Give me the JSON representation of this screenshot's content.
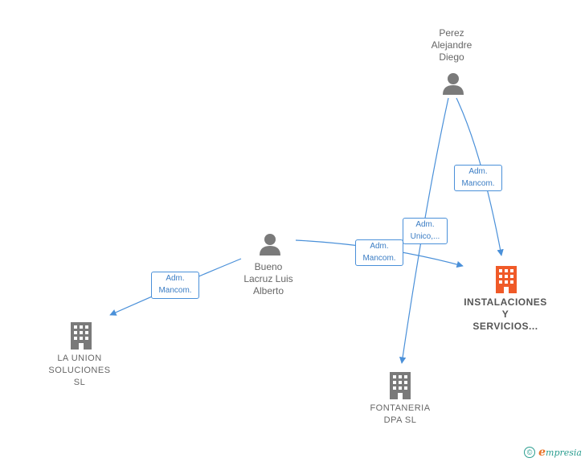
{
  "people": [
    {
      "id": "perez",
      "label": "Perez\nAlejandre\nDiego",
      "icon": "person-icon"
    },
    {
      "id": "bueno",
      "label": "Bueno\nLacruz Luis\nAlberto",
      "icon": "person-icon"
    }
  ],
  "companies": [
    {
      "id": "instalaciones",
      "label": "INSTALACIONES\nY\nSERVICIOS...",
      "icon": "building-icon",
      "highlight": true
    },
    {
      "id": "la_union",
      "label": "LA UNION\nSOLUCIONES\nSL",
      "icon": "building-icon",
      "highlight": false
    },
    {
      "id": "fontaneria",
      "label": "FONTANERIA\nDPA  SL",
      "icon": "building-icon",
      "highlight": false
    }
  ],
  "relations": [
    {
      "from": "perez",
      "to": "instalaciones",
      "label": "Adm.\nMancom."
    },
    {
      "from": "perez",
      "to": "fontaneria",
      "label": "Adm.\nUnico,..."
    },
    {
      "from": "bueno",
      "to": "instalaciones",
      "label": "Adm.\nMancom."
    },
    {
      "from": "bueno",
      "to": "la_union",
      "label": "Adm.\nMancom."
    }
  ],
  "colors": {
    "edge": "#4a90d9",
    "person_icon": "#7a7a7a",
    "company_icon": "#7a7a7a",
    "company_highlight": "#f05a28"
  },
  "footer": {
    "copyright_symbol": "©",
    "brand_initial": "e",
    "brand_rest": "mpresia"
  }
}
